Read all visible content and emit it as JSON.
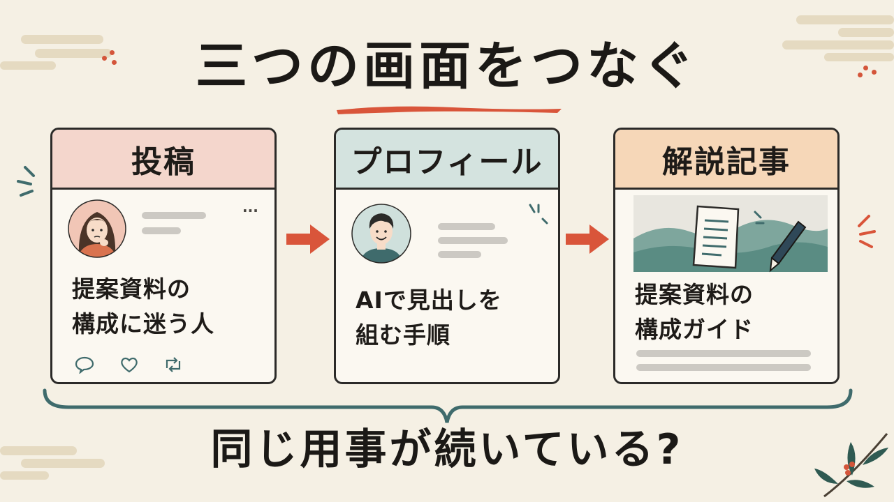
{
  "title": "三つの画面をつなぐ",
  "cards": [
    {
      "header": "投稿",
      "header_color": "#f4d6cc",
      "text": "提案資料の\n構成に迷う人",
      "actions": [
        "comment-icon",
        "heart-icon",
        "repost-icon"
      ],
      "more": "···"
    },
    {
      "header": "プロフィール",
      "header_color": "#d4e3df",
      "text": "AIで見出しを\n組む手順"
    },
    {
      "header": "解説記事",
      "header_color": "#f6d7b8",
      "text": "提案資料の\n構成ガイド"
    }
  ],
  "bottom_question": "同じ用事が続いている?",
  "colors": {
    "accent_red": "#d9553a",
    "ink": "#2b2a28",
    "teal": "#3f6b6c",
    "background": "#f5f0e4"
  }
}
